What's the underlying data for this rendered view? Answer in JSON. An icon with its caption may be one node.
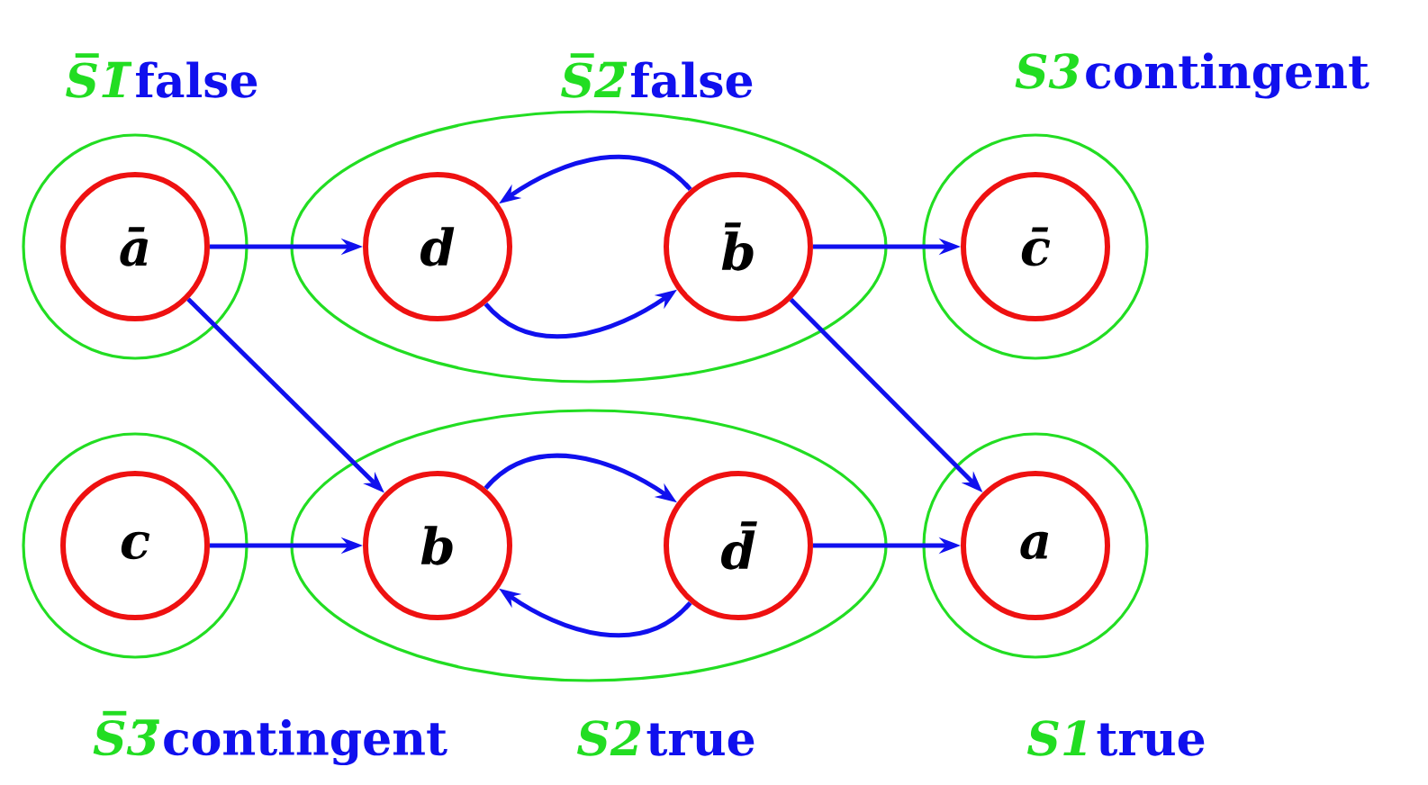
{
  "diagram": {
    "nodes": [
      {
        "text": [
          "S̅1̅",
          "false"
        ]
      },
      {
        "text": [
          "ā"
        ],
        "in": 0
      },
      {
        "text": [
          "S̅2̅",
          "false"
        ]
      },
      {
        "text": [
          "d"
        ],
        "in": 2
      },
      {
        "text": [
          "b̄"
        ],
        "in": 2
      },
      {
        "text": [
          "S3",
          "contingent"
        ]
      },
      {
        "text": [
          "c̄"
        ],
        "in": 5
      },
      {
        "text": [
          "S̅3̅",
          "contingent"
        ]
      },
      {
        "text": [
          "c"
        ],
        "in": 7
      },
      {
        "text": [
          "S2",
          "true"
        ]
      },
      {
        "text": [
          "b"
        ],
        "in": 9
      },
      {
        "text": [
          "d̄"
        ],
        "in": 9
      },
      {
        "text": [
          "S1",
          "true"
        ]
      },
      {
        "text": [
          "a"
        ],
        "in": 12
      }
    ],
    "edges": [
      {
        "from": 1,
        "to": 3,
        "arrow": "to"
      },
      {
        "from": 4,
        "to": 3,
        "arrow": "to"
      },
      {
        "from": 3,
        "to": 4,
        "arrow": "to"
      },
      {
        "from": 4,
        "to": 6,
        "arrow": "to"
      },
      {
        "from": 1,
        "to": 10,
        "arrow": "to"
      },
      {
        "from": 4,
        "to": 13,
        "arrow": "to"
      },
      {
        "from": 8,
        "to": 10,
        "arrow": "to"
      },
      {
        "from": 10,
        "to": 11,
        "arrow": "to"
      },
      {
        "from": 11,
        "to": 10,
        "arrow": "to"
      },
      {
        "from": 11,
        "to": 13,
        "arrow": "to"
      }
    ]
  }
}
